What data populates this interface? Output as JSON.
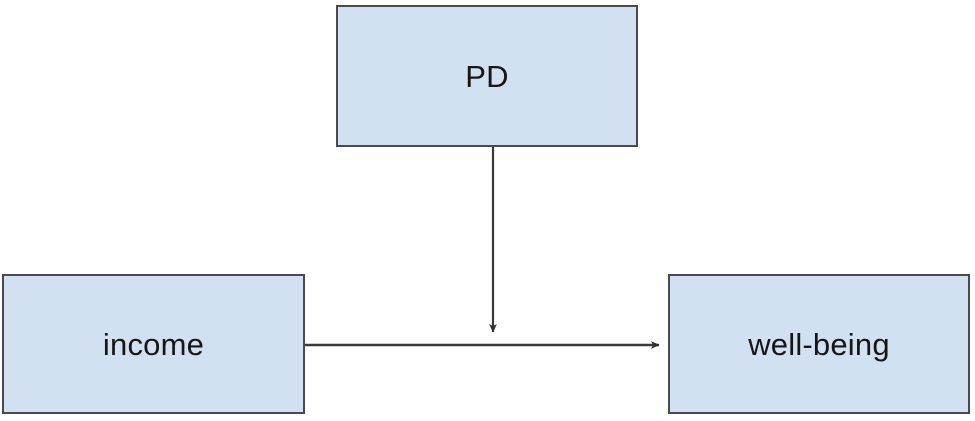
{
  "diagram": {
    "type": "path-diagram",
    "title": "",
    "background_color": "#ffffff",
    "node_fill_color": "#d1e1f1",
    "node_border_color": "#4a4a4a",
    "edge_color": "#3a3a3a",
    "text_color": "#161616",
    "nodes": [
      {
        "id": "pd",
        "label": "PD",
        "role": "moderator",
        "shape": "rectangle"
      },
      {
        "id": "income",
        "label": "income",
        "role": "predictor",
        "shape": "rectangle"
      },
      {
        "id": "wellbeing",
        "label": "well-being",
        "role": "outcome",
        "shape": "rectangle"
      }
    ],
    "edges": [
      {
        "id": "income-to-wellbeing",
        "from": "income",
        "to": "wellbeing",
        "direction": "right",
        "label": "",
        "arrowhead": true
      },
      {
        "id": "pd-to-path",
        "from": "pd",
        "to": "income-to-wellbeing",
        "direction": "down",
        "label": "",
        "arrowhead": true
      }
    ]
  }
}
